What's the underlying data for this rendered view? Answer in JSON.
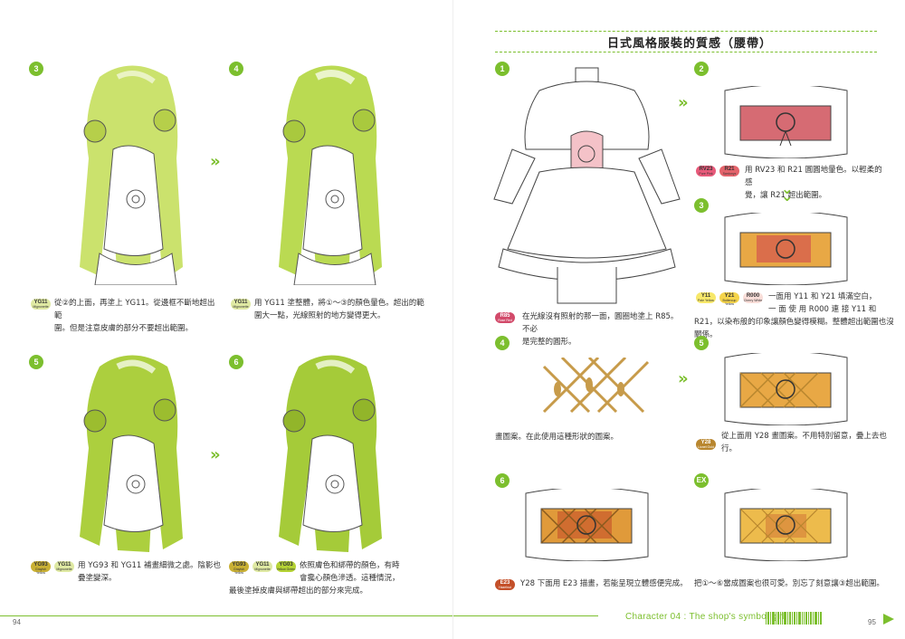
{
  "title": "日式風格服裝的質感（腰帶）",
  "left_page": {
    "folio": "94",
    "steps": [
      {
        "num": "3",
        "chips": [
          {
            "code": "YG11",
            "name": "Mignonette",
            "color": "#dfe9a3"
          }
        ],
        "caption_l1": "從②的上面，再塗上 YG11。從邊框不斷地超出範",
        "caption_l2": "圍。但是注意皮膚的部分不要超出範圍。"
      },
      {
        "num": "4",
        "chips": [
          {
            "code": "YG11",
            "name": "Mignonette",
            "color": "#dfe9a3"
          }
        ],
        "caption_l1": "用 YG11 塗整體，將①～③的顏色暈色。超出的範",
        "caption_l2": "圍大一點，光線照射的地方變得更大。"
      },
      {
        "num": "5",
        "chips": [
          {
            "code": "YG93",
            "name": "Grayish Yellow",
            "color": "#c9b034"
          },
          {
            "code": "YG11",
            "name": "Mignonette",
            "color": "#dfe9a3"
          }
        ],
        "caption_l1": "用 YG93 和 YG11 補畫細微之處。陰影也",
        "caption_l2": "疊塗變深。"
      },
      {
        "num": "6",
        "chips": [
          {
            "code": "YG93",
            "name": "Grayish Yellow",
            "color": "#c9b034"
          },
          {
            "code": "YG11",
            "name": "Mignonette",
            "color": "#dfe9a3"
          },
          {
            "code": "YG03",
            "name": "Yellow Green",
            "color": "#b5d334"
          }
        ],
        "caption_l1": "依照膚色和綁帶的顏色，有時",
        "caption_l2": "會攙心顏色滲透。這種情況，",
        "caption_l3": "最後塗掉皮膚與綁帶超出的部分來完成。"
      }
    ]
  },
  "right_page": {
    "folio": "95",
    "footer": "Character 04 : The shop's symbol girl",
    "steps": [
      {
        "num": "1",
        "chips": [
          {
            "code": "R85",
            "name": "Rose Red",
            "color": "#d24a6a"
          }
        ],
        "caption_l1": "在光線沒有照射的那一面，圓圈地塗上 R85。不必",
        "caption_l2": "是完整的圓形。"
      },
      {
        "num": "2",
        "chips": [
          {
            "code": "RV23",
            "name": "Pure Pink",
            "color": "#e85a7a"
          },
          {
            "code": "R21",
            "name": "Sardonyx",
            "color": "#e4636b"
          }
        ],
        "caption_l1": "用 RV23 和 R21 圓圓地暈色。以輕柔的感",
        "caption_l2": "覺，讓 R21 超出範圍。"
      },
      {
        "num": "3",
        "chips": [
          {
            "code": "Y11",
            "name": "Pale Yellow",
            "color": "#f7e86a"
          },
          {
            "code": "Y21",
            "name": "Buttercup Yellow",
            "color": "#f5d44a"
          },
          {
            "code": "R000",
            "name": "Cherry White",
            "color": "#f9ddd8"
          }
        ],
        "caption_l1": "一面用 Y11 和 Y21 填滿空白，",
        "caption_l2": "一 面 使 用 R000 連 接 Y11 和",
        "caption_l3": "R21，以染布般的印象讓顏色變得模糊。整體超出範圍也沒",
        "caption_l4": "關係。"
      },
      {
        "num": "4",
        "chips": [],
        "caption_l1": "畫圖案。在此使用這種形狀的圖案。"
      },
      {
        "num": "5",
        "chips": [
          {
            "code": "Y28",
            "name": "Lionet Gold",
            "color": "#b8862e"
          }
        ],
        "caption_l1": "從上面用 Y28 畫圖案。不用特別留意，疊上去也",
        "caption_l2": "行。"
      },
      {
        "num": "6",
        "chips": [
          {
            "code": "E23",
            "name": "Hazelnut",
            "color": "#c4502a"
          }
        ],
        "caption_l1": "Y28 下面用 E23 描畫，若能呈現立體感便完成。"
      },
      {
        "num": "EX",
        "chips": [],
        "caption_l1": "把①～⑥當成圖案也很可愛。別忘了刻意讓③超出範圍。"
      }
    ]
  },
  "colors": {
    "accent": "#7cbf2e",
    "hair_green": "#b9d84a",
    "obi_red": "#c8473f"
  },
  "icons": {
    "next_arrow": "double-chevron-right-icon",
    "down_arrow": "double-chevron-down-icon"
  }
}
